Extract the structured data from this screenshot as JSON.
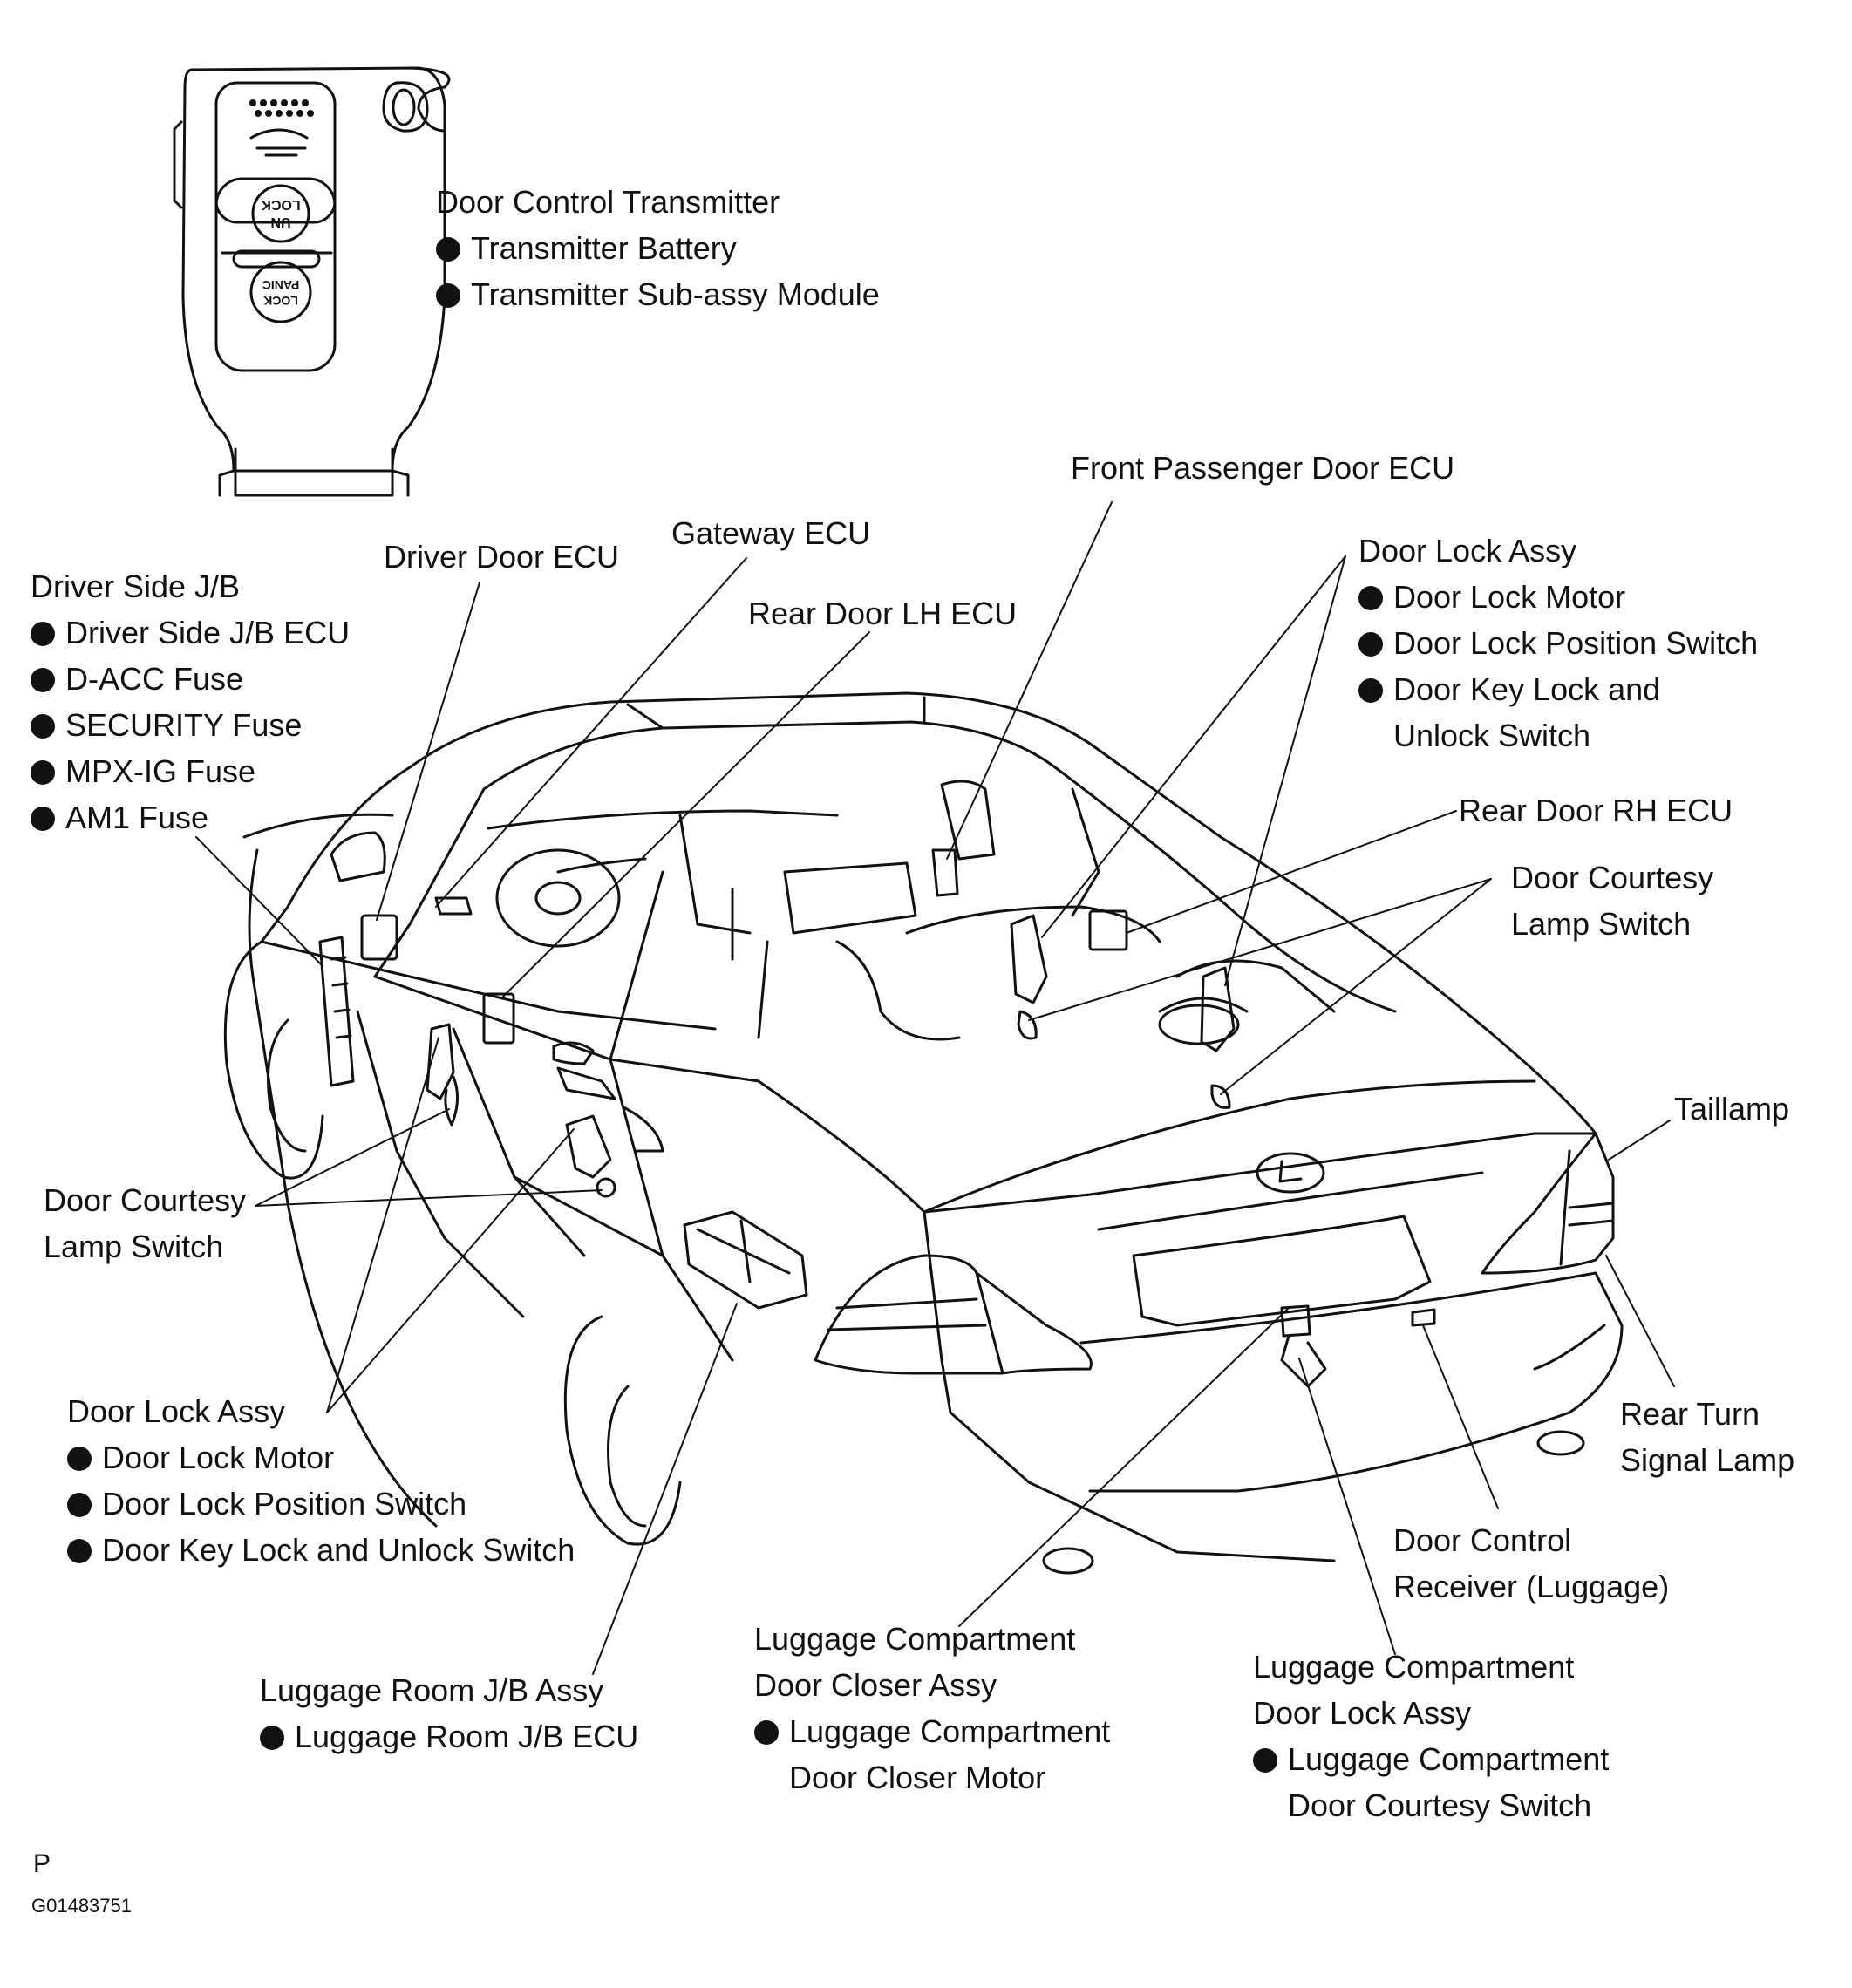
{
  "transmitter": {
    "title": "Door Control Transmitter",
    "items": [
      "Transmitter Battery",
      "Transmitter Sub-assy Module"
    ],
    "btn_unlock": [
      "UN",
      "LOCK"
    ],
    "btn_panic": [
      "LOCK",
      "PANIC"
    ]
  },
  "driver_jb": {
    "title": "Driver Side J/B",
    "items": [
      "Driver Side J/B ECU",
      "D-ACC Fuse",
      "SECURITY Fuse",
      "MPX-IG Fuse",
      "AM1 Fuse"
    ]
  },
  "driver_door_ecu": "Driver Door ECU",
  "gateway_ecu": "Gateway ECU",
  "rear_door_lh_ecu": "Rear Door LH ECU",
  "front_passenger_door_ecu": "Front Passenger Door ECU",
  "door_lock_assy_right": {
    "title": "Door Lock Assy",
    "items": [
      "Door Lock Motor",
      "Door Lock Position Switch",
      "Door Key Lock and"
    ],
    "cont": "Unlock Switch"
  },
  "rear_door_rh_ecu": "Rear Door RH ECU",
  "door_courtesy_right": [
    "Door Courtesy",
    "Lamp Switch"
  ],
  "taillamp": "Taillamp",
  "door_courtesy_left": [
    "Door Courtesy",
    "Lamp Switch"
  ],
  "door_lock_assy_left": {
    "title": "Door Lock Assy",
    "items": [
      "Door Lock Motor",
      "Door Lock Position Switch",
      "Door Key Lock and Unlock Switch"
    ]
  },
  "rear_turn_signal": [
    "Rear Turn",
    "Signal Lamp"
  ],
  "door_control_receiver": [
    "Door Control",
    "Receiver (Luggage)"
  ],
  "luggage_room_jb": {
    "title": "Luggage Room J/B Assy",
    "items": [
      "Luggage Room J/B ECU"
    ]
  },
  "luggage_closer": {
    "title": [
      "Luggage Compartment",
      "Door Closer Assy"
    ],
    "item": [
      "Luggage Compartment",
      "Door Closer Motor"
    ]
  },
  "luggage_lock": {
    "title": [
      "Luggage Compartment",
      "Door Lock Assy"
    ],
    "item": [
      "Luggage Compartment",
      "Door Courtesy Switch"
    ]
  },
  "footer": {
    "mark": "P",
    "code": "G01483751"
  }
}
